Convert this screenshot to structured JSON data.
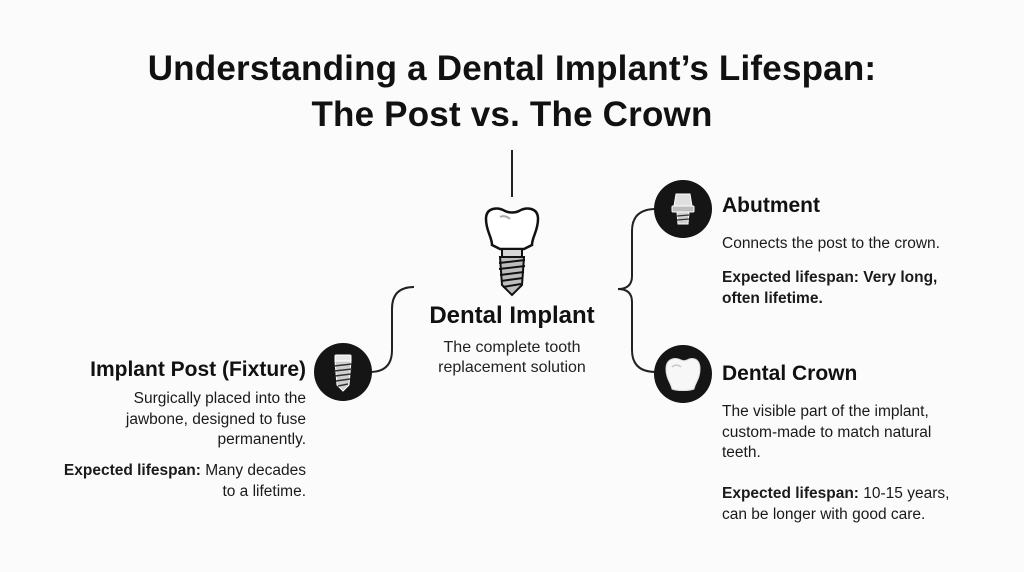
{
  "title": {
    "line1": "Understanding a Dental Implant’s Lifespan:",
    "line2": "The Post vs. The Crown"
  },
  "center": {
    "icon": "tooth-implant-icon",
    "title": "Dental Implant",
    "desc_line1": "The complete tooth",
    "desc_line2": "replacement solution"
  },
  "post": {
    "icon": "screw-icon",
    "title": "Implant Post (Fixture)",
    "desc_line1": "Surgically placed into the",
    "desc_line2": "jawbone, designed to fuse",
    "desc_line3": "permanently.",
    "lifespan_label": "Expected lifespan:",
    "lifespan_line1": "Many decades",
    "lifespan_line2": "to a lifetime."
  },
  "abutment": {
    "icon": "abutment-icon",
    "title": "Abutment",
    "desc_line1": "Connects the post to the crown.",
    "lifespan_line1": "Expected lifespan: Very long,",
    "lifespan_line2": "often lifetime."
  },
  "crown": {
    "icon": "tooth-crown-icon",
    "title": "Dental Crown",
    "desc_line1": "The visible part of the implant,",
    "desc_line2": "custom-made to match natural",
    "desc_line3": "teeth.",
    "lifespan_label": "Expected lifespan:",
    "lifespan_line1": "10-15 years,",
    "lifespan_line2": "can be longer with good care."
  },
  "colors": {
    "background": "#fbfbfb",
    "circle": "#151515",
    "text": "#111111"
  }
}
